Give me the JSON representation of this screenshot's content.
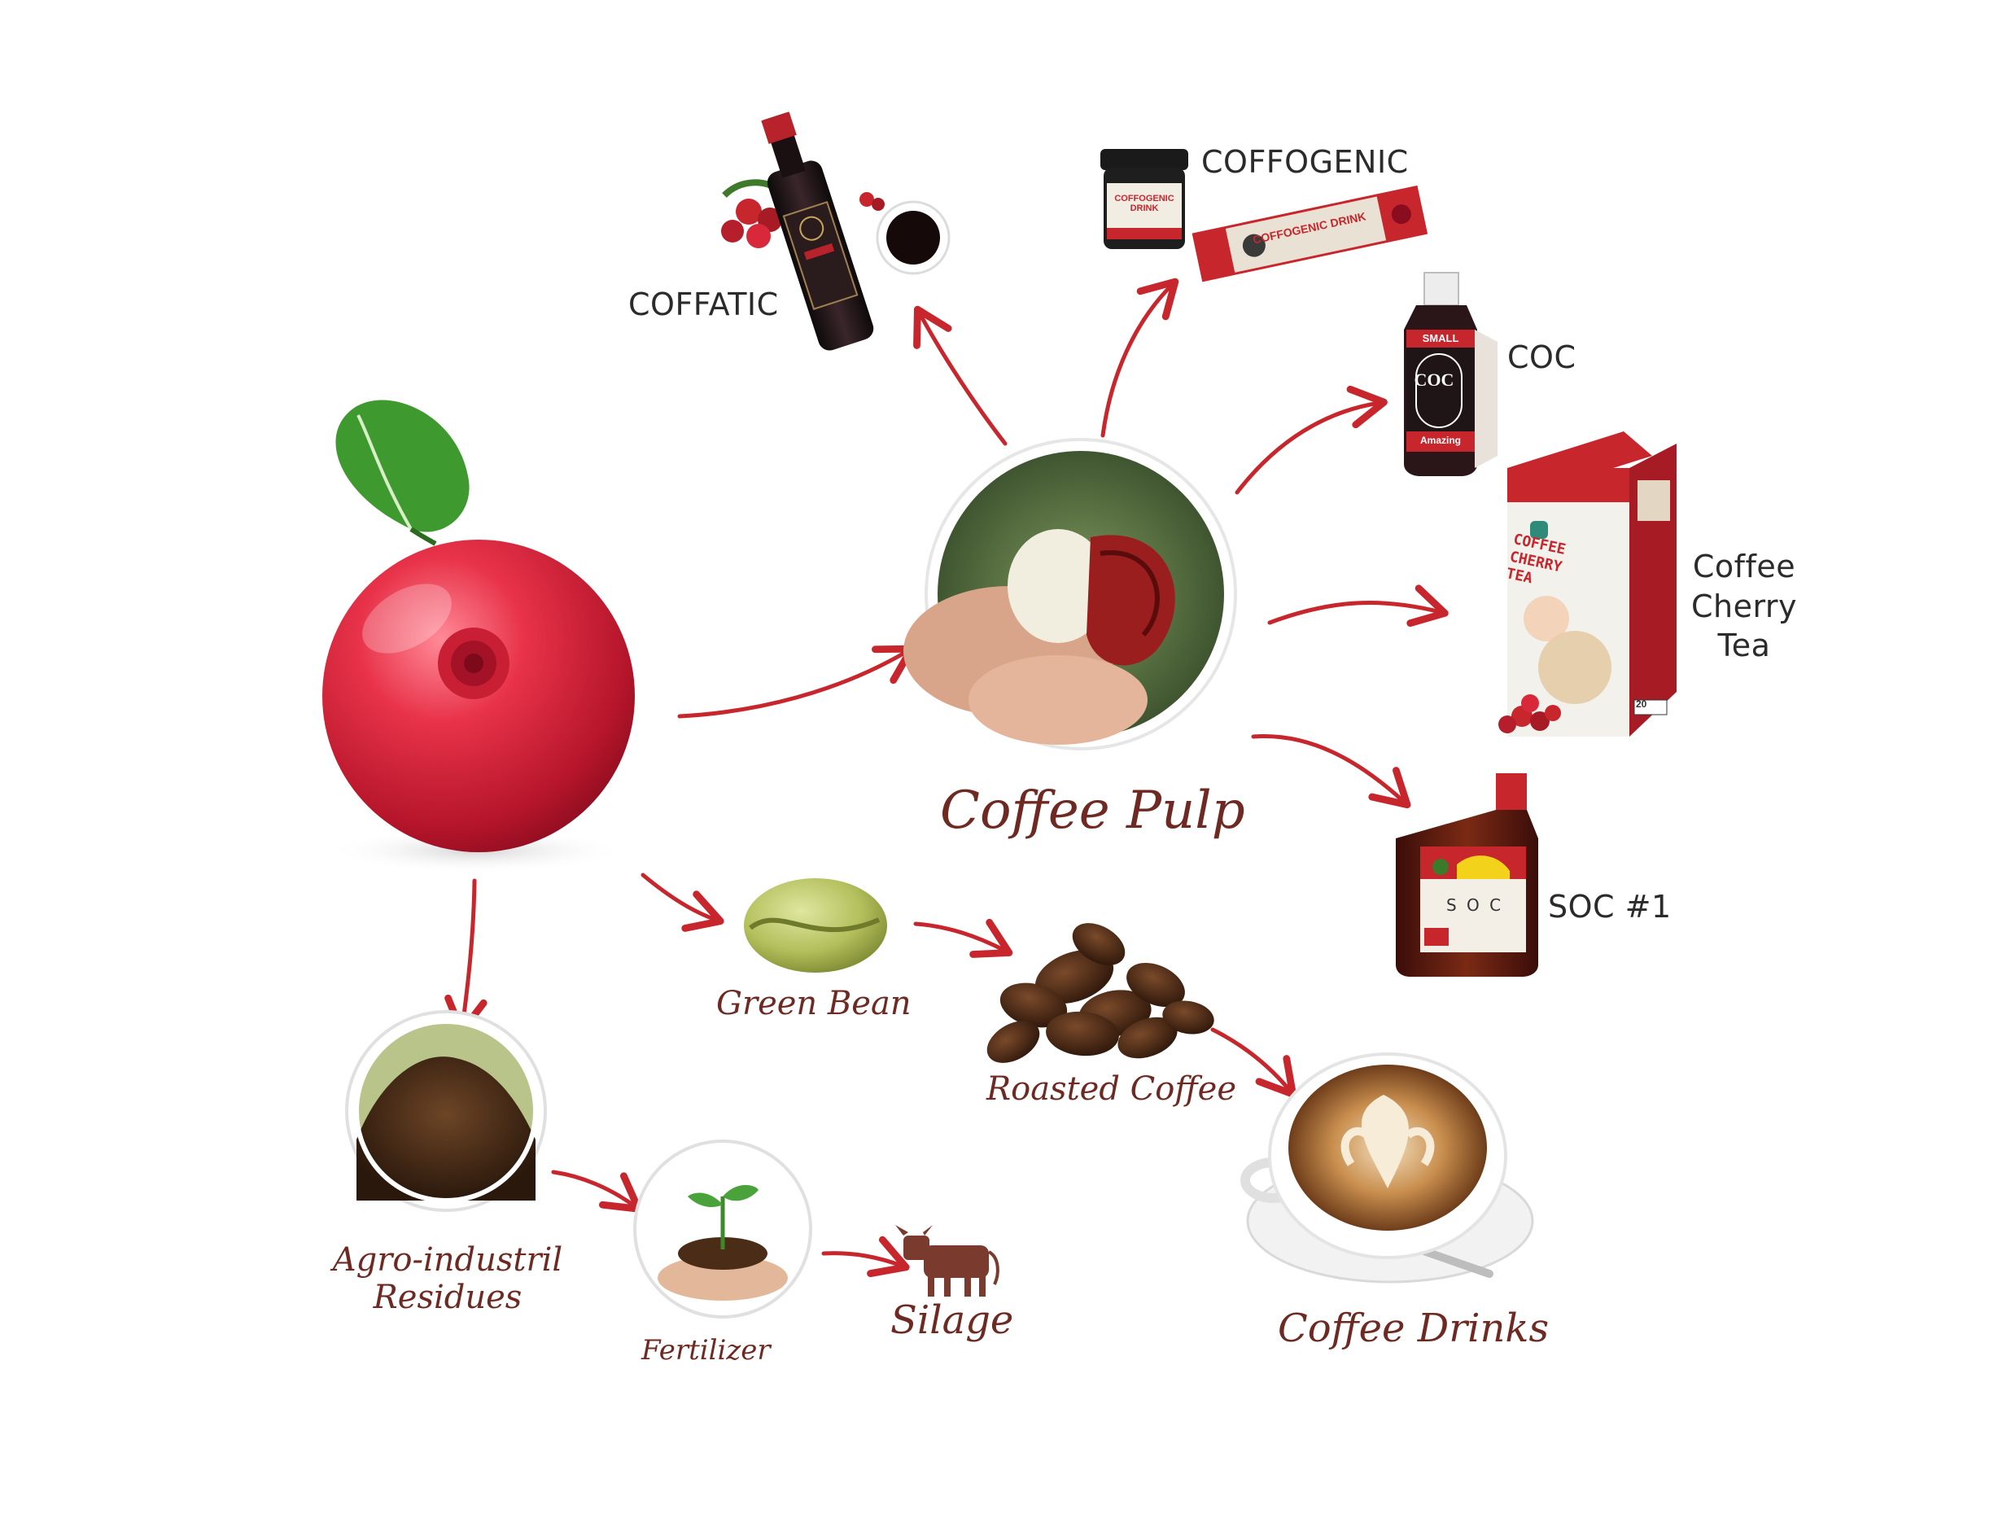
{
  "source": {
    "name": "coffee-cherry"
  },
  "hub": {
    "label": "Coffee Pulp"
  },
  "products": {
    "coffatic": {
      "label": "COFFATIC"
    },
    "coffogenic": {
      "label": "COFFOGENIC",
      "jar_text": "COFFOGENIC DRINK",
      "stick_text": "COFFOGENIC DRINK"
    },
    "coc": {
      "label": "COC",
      "bottle_top": "SMALL",
      "bottle_mid": "COC",
      "bottle_small": "Amazing"
    },
    "cherry_tea": {
      "label_lines": [
        "Coffee",
        "Cherry",
        "Tea"
      ],
      "box_text": [
        "COFFEE",
        "CHERRY",
        "TEA"
      ],
      "box_badge": "20"
    },
    "soc": {
      "label": "SOC #1",
      "bottle_text": "S O C"
    }
  },
  "chain": {
    "green_bean": {
      "label": "Green Bean"
    },
    "roasted_coffee": {
      "label": "Roasted Coffee"
    },
    "coffee_drinks": {
      "label": "Coffee Drinks"
    },
    "residues": {
      "label_lines": [
        "Agro-industril",
        "Residues"
      ]
    },
    "fertilizer": {
      "label": "Fertilizer"
    },
    "silage": {
      "label": "Silage"
    }
  },
  "colors": {
    "arrow": "#c8262d",
    "script_text": "#6e2a22",
    "label_text": "#2b2b2b",
    "cherry": "#d9283a",
    "bottle_dark": "#1e1416",
    "brand_red": "#c8262d"
  },
  "icons": [
    "leaf-icon",
    "cow-icon",
    "seedling-icon",
    "coffee-bean-icon",
    "coffee-cup-icon"
  ]
}
